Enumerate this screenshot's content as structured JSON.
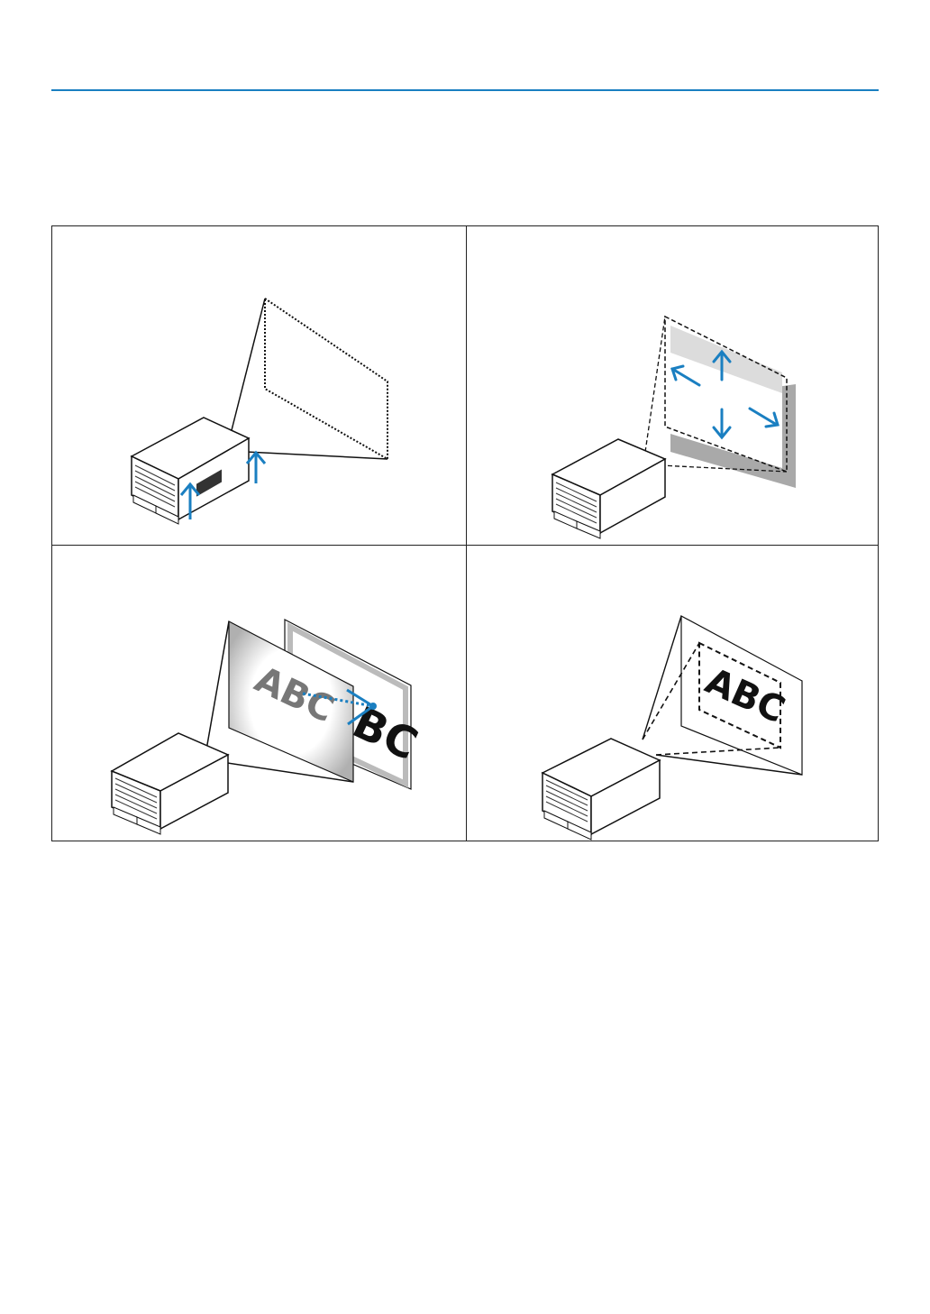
{
  "page": {
    "accent_color": "#1a7fc1"
  },
  "figures": [
    {
      "id": "projector-with-feet-adjust",
      "icons": [
        "projector-icon",
        "up-arrow-icon",
        "up-arrow-icon"
      ]
    },
    {
      "id": "projector-lens-shift",
      "icons": [
        "projector-icon",
        "up-arrow-icon",
        "down-arrow-icon",
        "left-arrow-icon",
        "right-arrow-icon"
      ]
    },
    {
      "id": "projector-focus",
      "icons": [
        "projector-icon",
        "focus-arrow-icon"
      ],
      "screen_text_blurred": "ABC",
      "screen_text_sharp": "BC"
    },
    {
      "id": "projector-zoom",
      "icons": [
        "projector-icon"
      ],
      "screen_text": "ABC"
    }
  ]
}
